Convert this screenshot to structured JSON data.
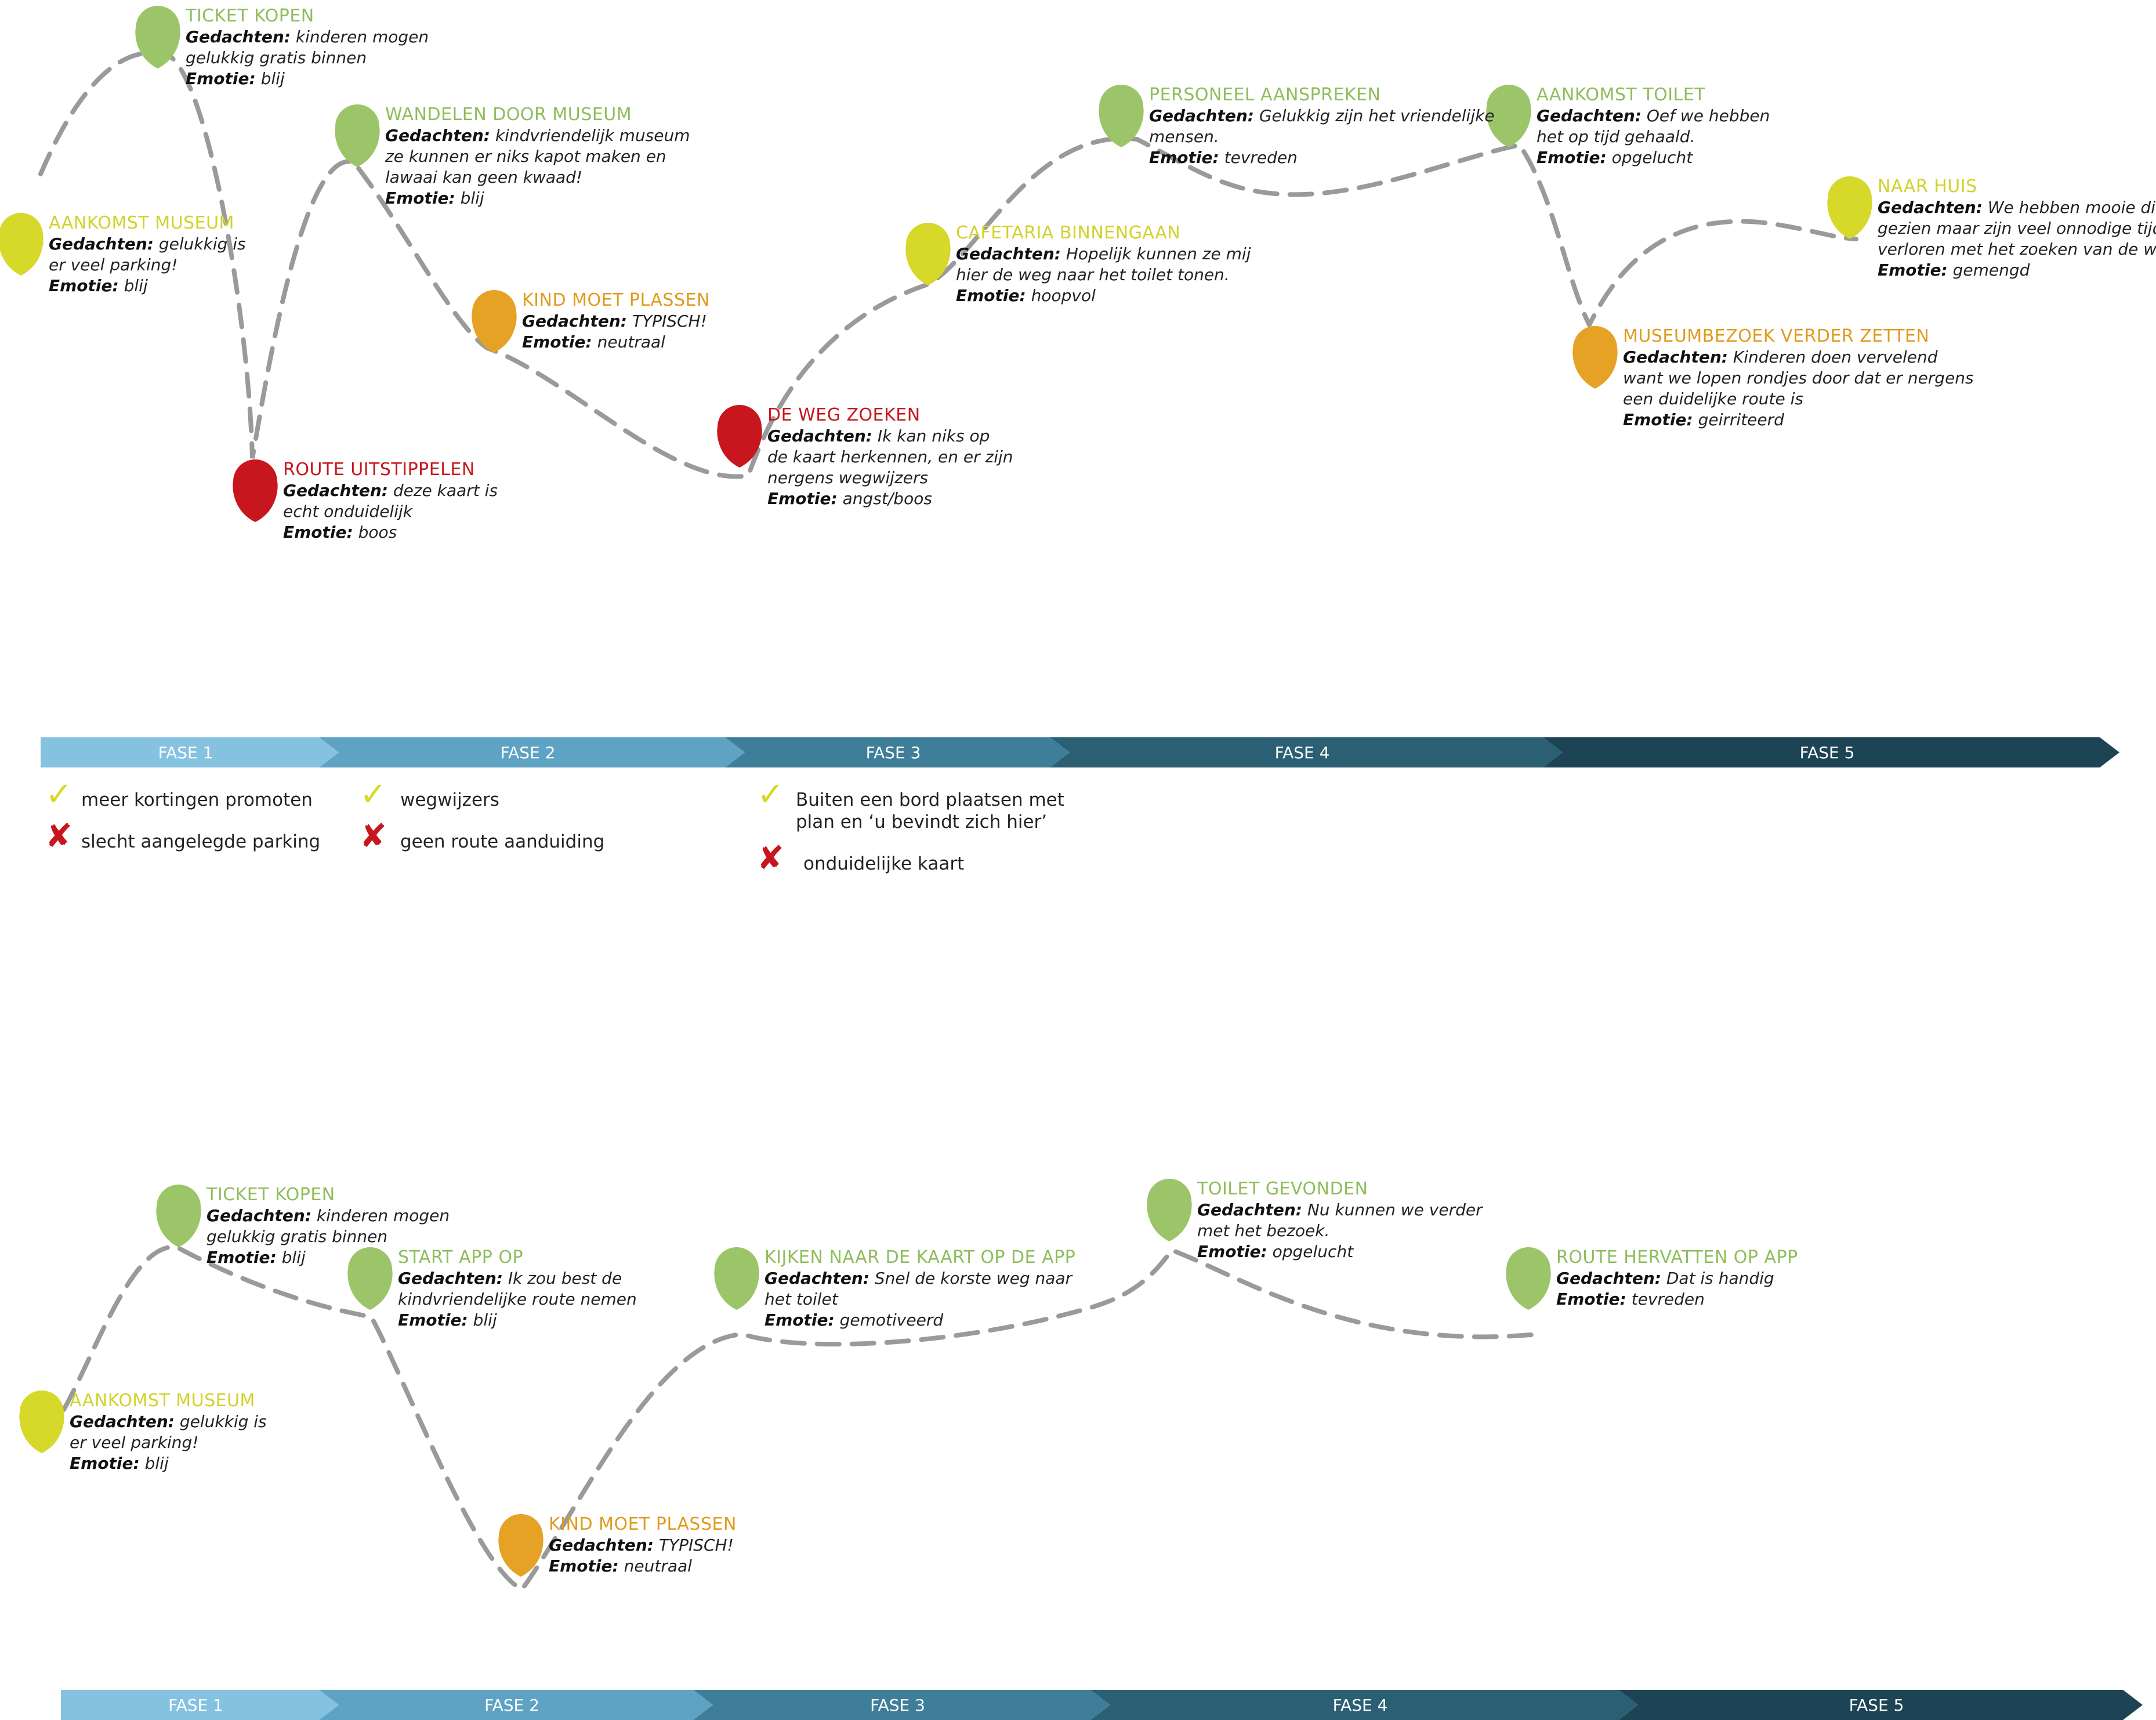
{
  "colors": {
    "green": "#9cc56a",
    "yellow": "#d6d82a",
    "orange": "#e6a225",
    "red": "#c7161d",
    "dash": "#9a9a9a",
    "phase": [
      "#85c2e0",
      "#5ea3c4",
      "#3f7e98",
      "#2b5f74",
      "#1c4455"
    ]
  },
  "labels": {
    "thoughts": "Gedachten:",
    "emotion": "Emotie:"
  },
  "journeys": [
    {
      "stops": [
        {
          "id": "a1",
          "color": "yellow",
          "title": "AANKOMST MUSEUM",
          "thoughts": "gelukkig is\ner veel parking!",
          "emotion": "blij"
        },
        {
          "id": "a2",
          "color": "green",
          "title": "TICKET KOPEN",
          "thoughts": "kinderen mogen\ngelukkig gratis binnen",
          "emotion": "blij"
        },
        {
          "id": "a3",
          "color": "red",
          "title": "ROUTE UITSTIPPELEN",
          "thoughts": "deze kaart is\necht onduidelijk",
          "emotion": "boos"
        },
        {
          "id": "a4",
          "color": "green",
          "title": "WANDELEN DOOR MUSEUM",
          "thoughts": "kindvriendelijk museum\nze kunnen er niks kapot maken en\nlawaai kan geen kwaad!",
          "emotion": "blij"
        },
        {
          "id": "a5",
          "color": "orange",
          "title": "KIND MOET PLASSEN",
          "thoughts": "TYPISCH!",
          "emotion": "neutraal"
        },
        {
          "id": "a6",
          "color": "red",
          "title": "DE WEG ZOEKEN",
          "thoughts": "Ik kan niks op\nde kaart herkennen, en er zijn\nnergens wegwijzers",
          "emotion": "angst/boos"
        },
        {
          "id": "a7",
          "color": "yellow",
          "title": "CAFETARIA BINNENGAAN",
          "thoughts": "Hopelijk kunnen ze mij\nhier de weg naar het toilet tonen.",
          "emotion": "hoopvol"
        },
        {
          "id": "a8",
          "color": "green",
          "title": "PERSONEEL AANSPREKEN",
          "thoughts": "Gelukkig zijn het vriendelijke\nmensen.",
          "emotion": "tevreden"
        },
        {
          "id": "a9",
          "color": "green",
          "title": "AANKOMST TOILET",
          "thoughts": "Oef we hebben\nhet op tijd gehaald.",
          "emotion": "opgelucht"
        },
        {
          "id": "a10",
          "color": "orange",
          "title": "MUSEUMBEZOEK VERDER ZETTEN",
          "thoughts": "Kinderen doen vervelend\nwant we lopen rondjes door dat er nergens\neen duidelijke route is",
          "emotion": "geirriteerd"
        },
        {
          "id": "a11",
          "color": "yellow",
          "title": "NAAR HUIS",
          "thoughts": "We hebben mooie dingen\ngezien maar zijn veel onnodige tijd\nverloren met het zoeken van de weg.",
          "emotion": "gemengd"
        }
      ],
      "phases": [
        "FASE 1",
        "FASE 2",
        "FASE 3",
        "FASE 4",
        "FASE 5"
      ],
      "notes": [
        {
          "id": "n1",
          "type": "ok",
          "text": "meer kortingen promoten"
        },
        {
          "id": "n2",
          "type": "no",
          "text": "slecht aangelegde parking"
        },
        {
          "id": "n3",
          "type": "ok",
          "text": "wegwijzers"
        },
        {
          "id": "n4",
          "type": "no",
          "text": "geen route aanduiding"
        },
        {
          "id": "n5",
          "type": "ok",
          "text": "Buiten een bord plaatsen met\nplan en ‘u bevindt zich hier’"
        },
        {
          "id": "n6",
          "type": "no",
          "text": "onduidelijke kaart"
        }
      ]
    },
    {
      "stops": [
        {
          "id": "b1",
          "color": "yellow",
          "title": "AANKOMST MUSEUM",
          "thoughts": "gelukkig is\ner veel parking!",
          "emotion": "blij"
        },
        {
          "id": "b2",
          "color": "green",
          "title": "TICKET KOPEN",
          "thoughts": "kinderen mogen\ngelukkig gratis binnen",
          "emotion": "blij"
        },
        {
          "id": "b3",
          "color": "green",
          "title": "START APP OP",
          "thoughts": "Ik zou best de\nkindvriendelijke route nemen",
          "emotion": "blij"
        },
        {
          "id": "b4",
          "color": "orange",
          "title": "KIND MOET PLASSEN",
          "thoughts": "TYPISCH!",
          "emotion": "neutraal"
        },
        {
          "id": "b5",
          "color": "green",
          "title": "KIJKEN NAAR DE KAART OP DE APP",
          "thoughts": "Snel de korste weg naar\nhet toilet",
          "emotion": "gemotiveerd"
        },
        {
          "id": "b6",
          "color": "green",
          "title": "TOILET GEVONDEN",
          "thoughts": "Nu kunnen we verder\nmet het bezoek.",
          "emotion": "opgelucht"
        },
        {
          "id": "b7",
          "color": "green",
          "title": "ROUTE HERVATTEN OP APP",
          "thoughts": "Dat is handig",
          "emotion": "tevreden"
        }
      ],
      "phases": [
        "FASE 1",
        "FASE 2",
        "FASE 3",
        "FASE 4",
        "FASE 5"
      ]
    }
  ]
}
